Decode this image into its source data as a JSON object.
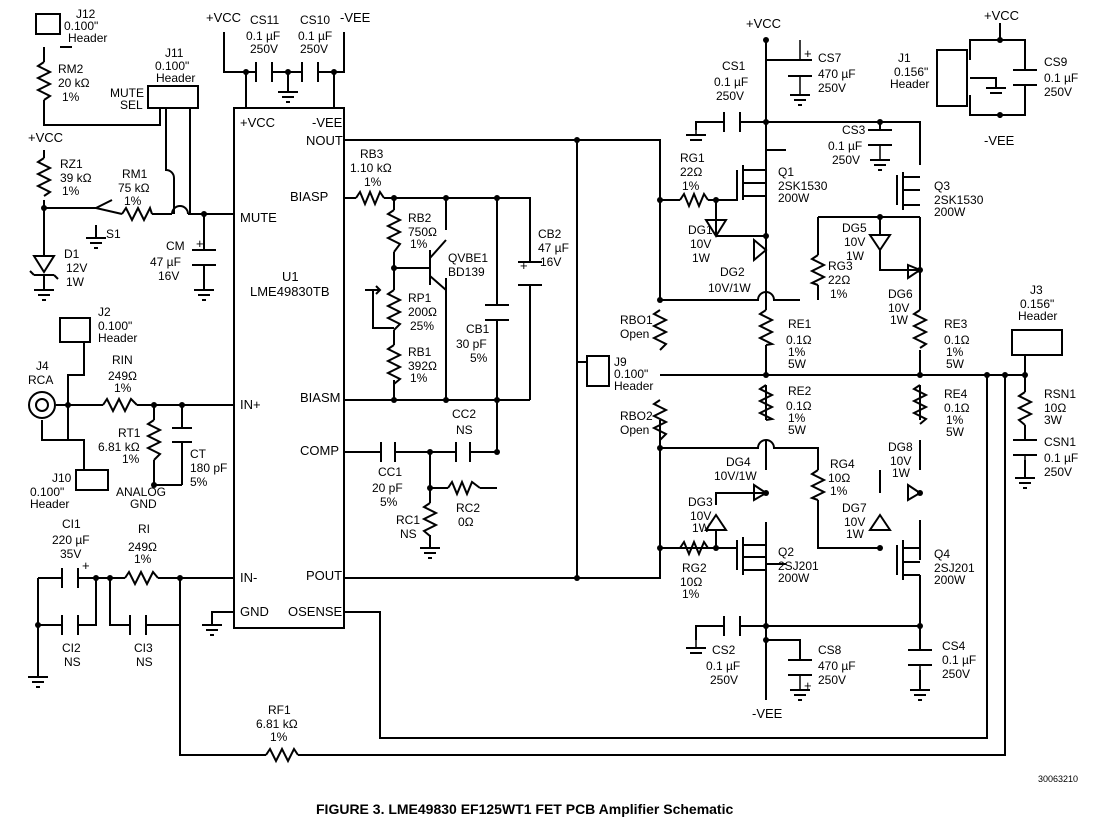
{
  "figure": {
    "caption": "FIGURE 3. LME49830 EF125WT1 FET PCB Amplifier Schematic",
    "doc_number": "30063210"
  },
  "ic": {
    "ref": "U1",
    "part": "LME49830TB",
    "pins": {
      "vcc": "+VCC",
      "vee": "-VEE",
      "nout": "NOUT",
      "biasp": "BIASP",
      "mute": "MUTE",
      "inp": "IN+",
      "biasm": "BIASM",
      "comp": "COMP",
      "inm": "IN-",
      "pout": "POUT",
      "gnd": "GND",
      "osense": "OSENSE"
    }
  },
  "rails": {
    "vcc": "+VCC",
    "vee": "-VEE"
  },
  "components": {
    "J12": [
      "J12",
      "0.100\"",
      "Header"
    ],
    "RM2": [
      "RM2",
      "20 kΩ",
      "1%"
    ],
    "J11": [
      "J11",
      "0.100\"",
      "Header"
    ],
    "mute_sel": [
      "MUTE",
      "SEL"
    ],
    "RZ1": [
      "RZ1",
      "39 kΩ",
      "1%"
    ],
    "RM1": [
      "RM1",
      "75 kΩ",
      "1%"
    ],
    "S1": [
      "S1"
    ],
    "D1": [
      "D1",
      "12V",
      "1W"
    ],
    "CM": [
      "CM",
      "47 µF",
      "16V"
    ],
    "J2": [
      "J2",
      "0.100\"",
      "Header"
    ],
    "J4": [
      "J4",
      "RCA"
    ],
    "RIN": [
      "RIN",
      "249Ω",
      "1%"
    ],
    "RT1": [
      "RT1",
      "6.81 kΩ",
      "1%"
    ],
    "CT": [
      "CT",
      "180 pF",
      "5%"
    ],
    "J10": [
      "J10",
      "0.100\"",
      "Header"
    ],
    "analog_gnd": [
      "ANALOG",
      "GND"
    ],
    "CI1": [
      "CI1",
      "220 µF",
      "35V"
    ],
    "RI": [
      "RI",
      "249Ω",
      "1%"
    ],
    "CI2": [
      "CI2",
      "NS"
    ],
    "CI3": [
      "CI3",
      "NS"
    ],
    "RF1": [
      "RF1",
      "6.81 kΩ",
      "1%"
    ],
    "CS11": [
      "CS11",
      "0.1 µF",
      "250V"
    ],
    "CS10": [
      "CS10",
      "0.1 µF",
      "250V"
    ],
    "RB3": [
      "RB3",
      "1.10 kΩ",
      "1%"
    ],
    "RB2": [
      "RB2",
      "750Ω",
      "1%"
    ],
    "QVBE1": [
      "QVBE1",
      "BD139"
    ],
    "RP1": [
      "RP1",
      "200Ω",
      "25%"
    ],
    "RB1": [
      "RB1",
      "392Ω",
      "1%"
    ],
    "CB1": [
      "CB1",
      "30 pF",
      "5%"
    ],
    "CB2": [
      "CB2",
      "47 µF",
      "16V"
    ],
    "CC2": [
      "CC2",
      "NS"
    ],
    "CC1": [
      "CC1",
      "20 pF",
      "5%"
    ],
    "RC2": [
      "RC2",
      "0Ω"
    ],
    "RC1": [
      "RC1",
      "NS"
    ],
    "J9": [
      "J9",
      "0.100\"",
      "Header"
    ],
    "RBO1": [
      "RBO1",
      "Open"
    ],
    "RBO2": [
      "RBO2",
      "Open"
    ],
    "CS1": [
      "CS1",
      "0.1 µF",
      "250V"
    ],
    "CS7": [
      "CS7",
      "470 µF",
      "250V"
    ],
    "RG1": [
      "RG1",
      "22Ω",
      "1%"
    ],
    "Q1": [
      "Q1",
      "2SK1530",
      "200W"
    ],
    "DG1": [
      "DG1",
      "10V",
      "1W"
    ],
    "DG2": [
      "DG2",
      "10V/1W"
    ],
    "CS3": [
      "CS3",
      "0.1 µF",
      "250V"
    ],
    "Q3": [
      "Q3",
      "2SK1530",
      "200W"
    ],
    "DG5": [
      "DG5",
      "10V",
      "1W"
    ],
    "RG3": [
      "RG3",
      "22Ω",
      "1%"
    ],
    "DG6": [
      "DG6",
      "10V",
      "1W"
    ],
    "RE1": [
      "RE1",
      "0.1Ω",
      "1%",
      "5W"
    ],
    "RE3": [
      "RE3",
      "0.1Ω",
      "1%",
      "5W"
    ],
    "RE2": [
      "RE2",
      "0.1Ω",
      "1%",
      "5W"
    ],
    "RE4": [
      "RE4",
      "0.1Ω",
      "1%",
      "5W"
    ],
    "DG4": [
      "DG4",
      "10V/1W"
    ],
    "DG3": [
      "DG3",
      "10V",
      "1W"
    ],
    "RG2": [
      "RG2",
      "10Ω",
      "1%"
    ],
    "Q2": [
      "Q2",
      "2SJ201",
      "200W"
    ],
    "RG4": [
      "RG4",
      "10Ω",
      "1%"
    ],
    "DG8": [
      "DG8",
      "10V",
      "1W"
    ],
    "DG7": [
      "DG7",
      "10V",
      "1W"
    ],
    "Q4": [
      "Q4",
      "2SJ201",
      "200W"
    ],
    "CS2": [
      "CS2",
      "0.1 µF",
      "250V"
    ],
    "CS8": [
      "CS8",
      "470 µF",
      "250V"
    ],
    "CS4": [
      "CS4",
      "0.1 µF",
      "250V"
    ],
    "J1": [
      "J1",
      "0.156\"",
      "Header"
    ],
    "CS9": [
      "CS9",
      "0.1 µF",
      "250V"
    ],
    "J3": [
      "J3",
      "0.156\"",
      "Header"
    ],
    "RSN1": [
      "RSN1",
      "10Ω",
      "3W"
    ],
    "CSN1": [
      "CSN1",
      "0.1 µF",
      "250V"
    ]
  }
}
